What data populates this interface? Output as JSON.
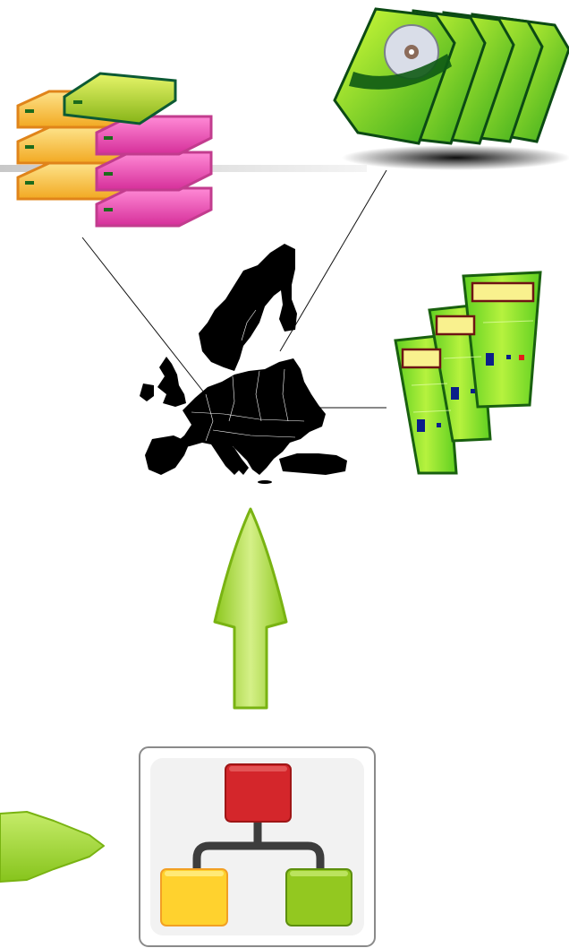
{
  "diagram": {
    "nodes": [
      {
        "id": "storage-stack",
        "icon": "stacked-drives-icon"
      },
      {
        "id": "disc-archive",
        "icon": "disc-binders-icon"
      },
      {
        "id": "europe-map",
        "icon": "europe-map-icon"
      },
      {
        "id": "server-racks",
        "icon": "server-racks-icon"
      },
      {
        "id": "hierarchy-box",
        "icon": "org-chart-icon"
      }
    ],
    "connections": [
      {
        "from": "storage-stack",
        "to": "europe-map"
      },
      {
        "from": "disc-archive",
        "to": "europe-map"
      },
      {
        "from": "server-racks",
        "to": "europe-map"
      }
    ],
    "arrows": [
      {
        "id": "arrow-up",
        "direction": "up",
        "color": "#9ed62a"
      },
      {
        "id": "arrow-right",
        "direction": "right",
        "color": "#9ed62a"
      }
    ],
    "colors": {
      "drive_orange": "#f7c24a",
      "drive_pink": "#f04fb4",
      "drive_green": "#9ccc1e",
      "binder_green": "#7ee61a",
      "rack_green": "#8fe02a",
      "map_fill": "#000000",
      "chart_red": "#d4262b",
      "chart_yellow": "#ffd22e",
      "chart_green": "#93c820"
    }
  }
}
